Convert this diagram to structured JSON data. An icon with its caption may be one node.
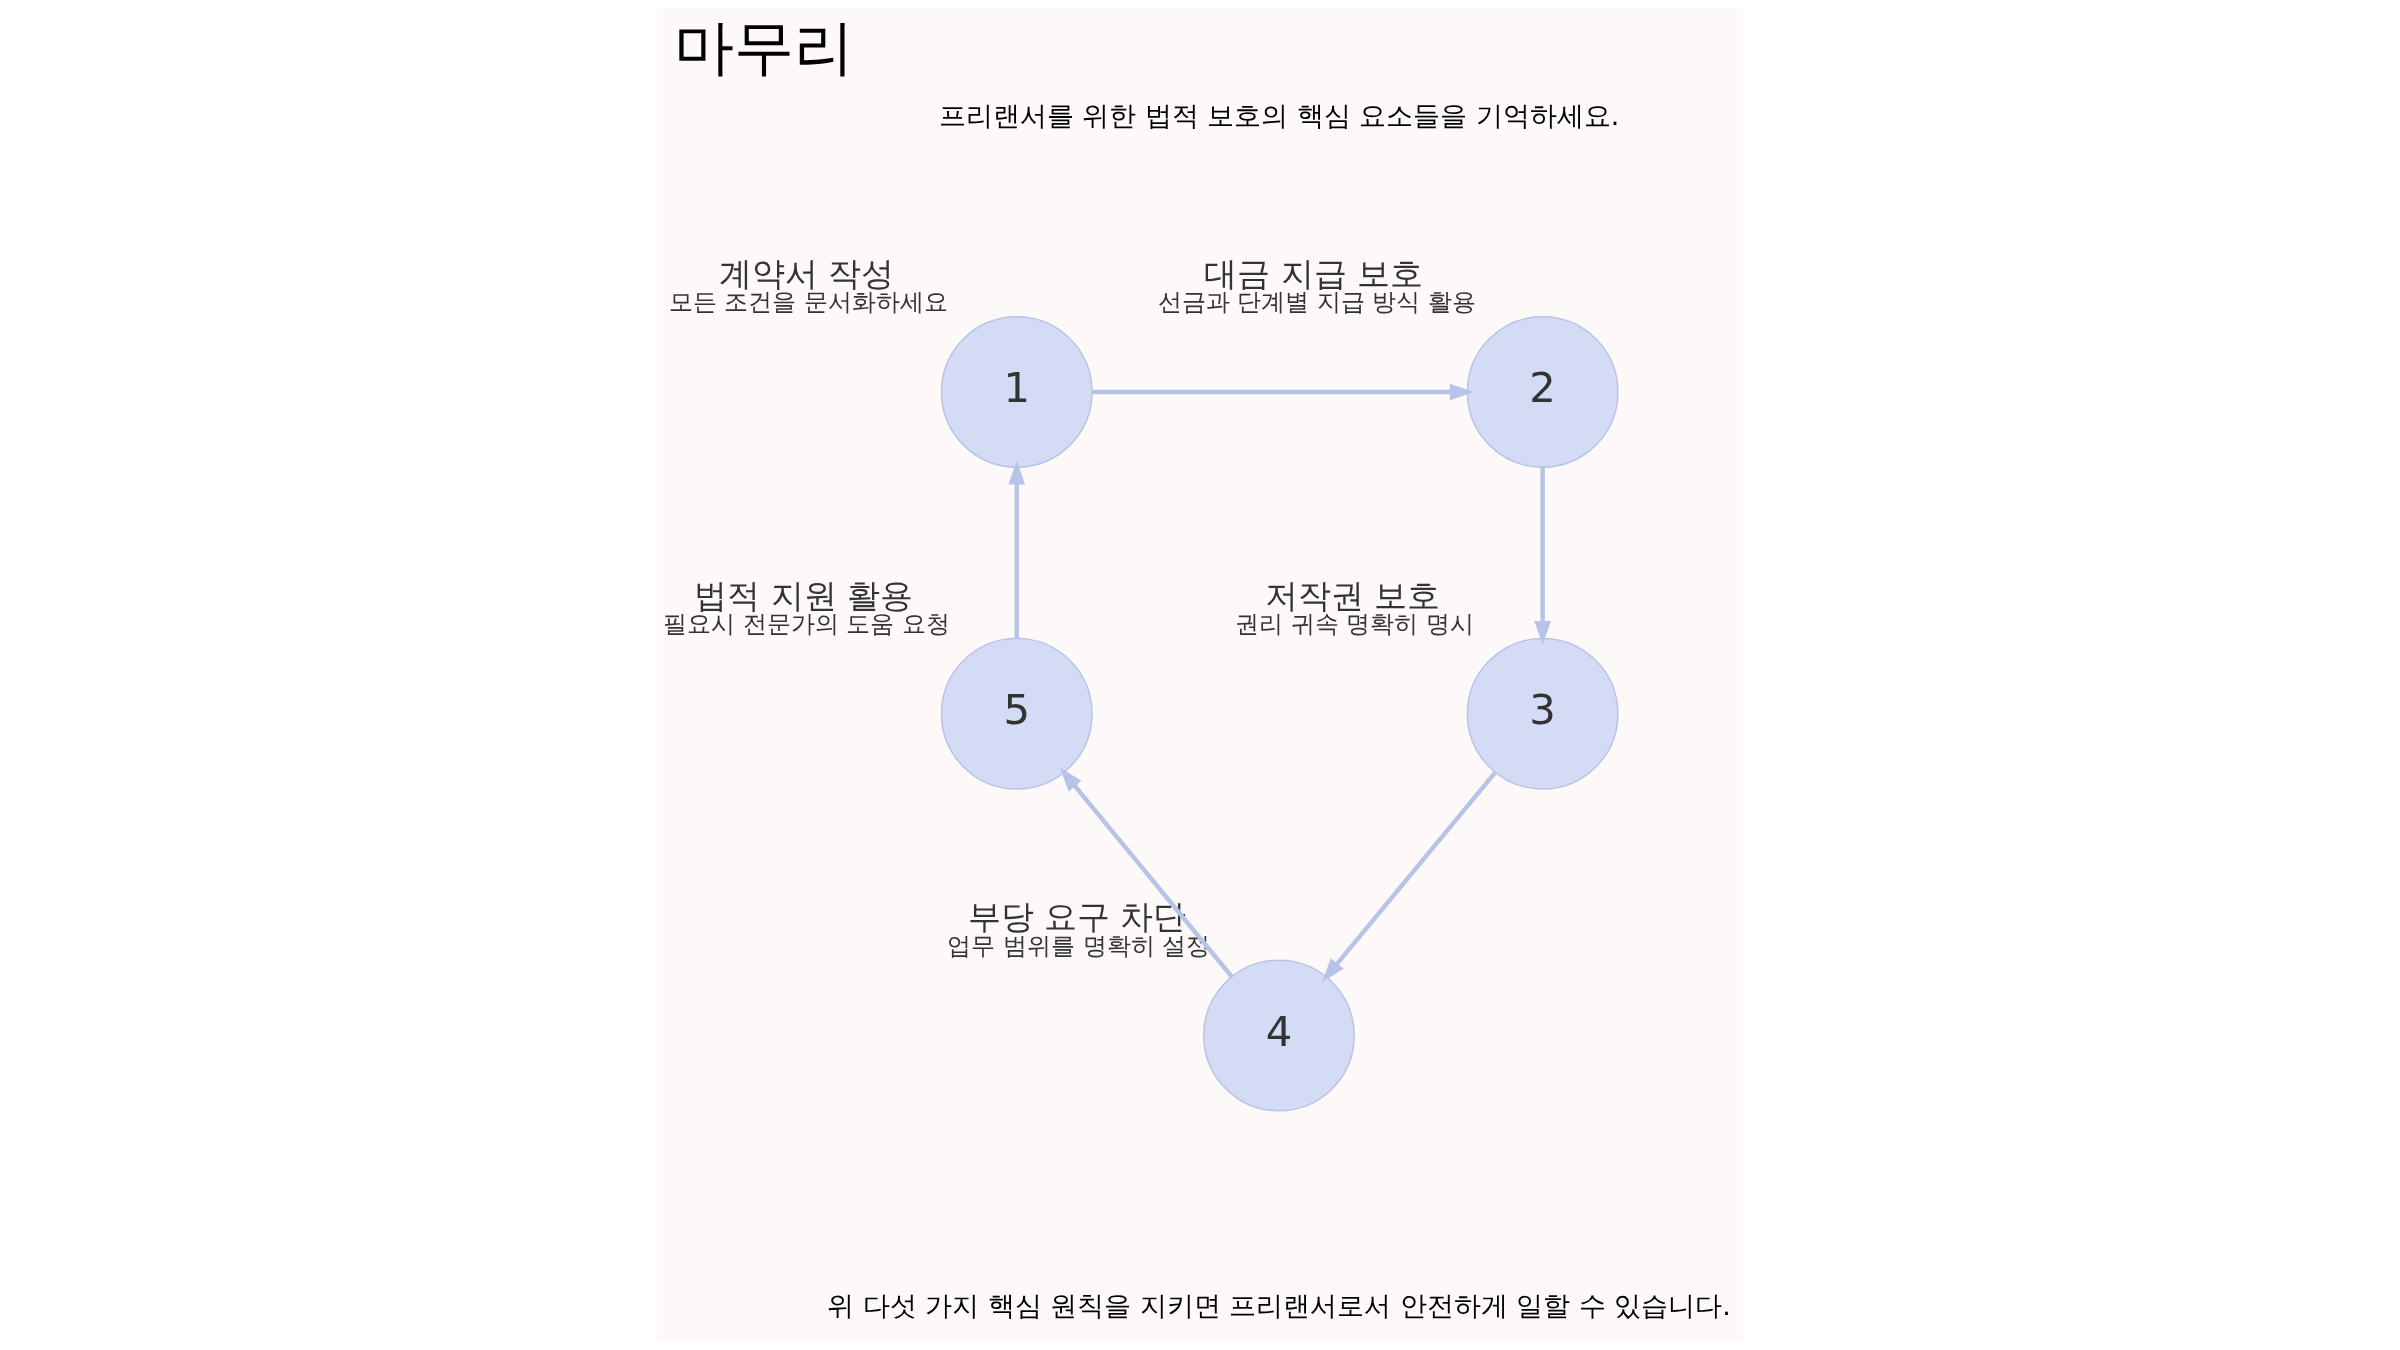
{
  "diagram": {
    "title": "마무리",
    "nodes": [
      {
        "text": [
          "1"
        ],
        "beside": [
          "계약서 작성",
          "모든 조건을 문서화하세요"
        ]
      },
      {
        "text": [
          "2"
        ],
        "beside": [
          "대금 지급 보호",
          "선금과 단계별 지급 방식 활용"
        ]
      },
      {
        "text": [
          "3"
        ],
        "beside": [
          "저작권 보호",
          "권리 귀속 명확히 명시"
        ]
      },
      {
        "text": [
          "4"
        ],
        "beside": [
          "부당 요구 차단",
          "업무 범위를 명확히 설정"
        ]
      },
      {
        "text": [
          "5"
        ],
        "beside": [
          "법적 지원 활용",
          "필요시 전문가의 도움 요청"
        ]
      }
    ],
    "edges": [
      {
        "from": 0,
        "to": 1,
        "arrow": "to"
      },
      {
        "from": 1,
        "to": 2,
        "arrow": "to"
      },
      {
        "from": 2,
        "to": 3,
        "arrow": "to"
      },
      {
        "from": 3,
        "to": 4,
        "arrow": "to"
      },
      {
        "from": 4,
        "to": 0,
        "arrow": "to"
      }
    ],
    "labels": [
      "프리랜서를 위한 법적 보호의 핵심 요소들을 기억하세요.",
      "위 다섯 가지 핵심 원칙을 지키면 프리랜서로서 안전하게 일할 수 있습니다."
    ]
  }
}
